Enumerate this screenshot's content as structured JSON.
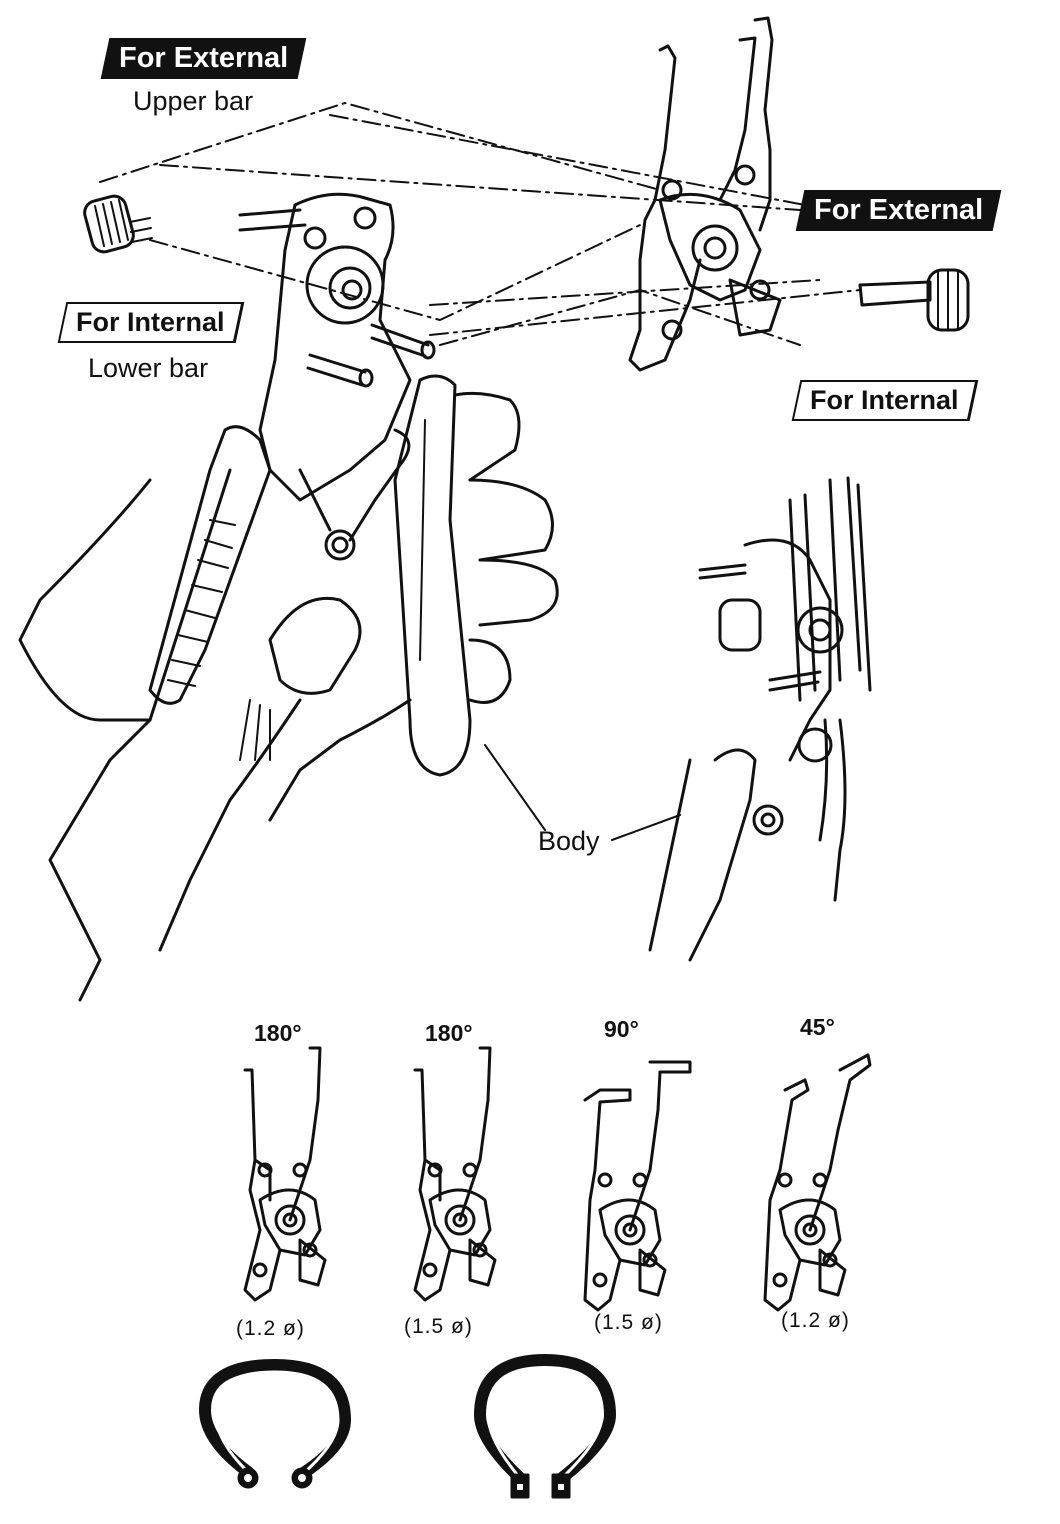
{
  "top_labels": {
    "upper_tag": "For External",
    "upper_bar": "Upper bar",
    "lower_tag": "For Internal",
    "lower_bar": "Lower bar",
    "right_external": "For External",
    "right_internal": "For Internal",
    "body": "Body"
  },
  "tips": [
    {
      "angle": "180°",
      "diameter": "(1.2 ø)"
    },
    {
      "angle": "180°",
      "diameter": "(1.5 ø)"
    },
    {
      "angle": "90°",
      "diameter": "(1.5 ø)"
    },
    {
      "angle": "45°",
      "diameter": "(1.2 ø)"
    }
  ]
}
